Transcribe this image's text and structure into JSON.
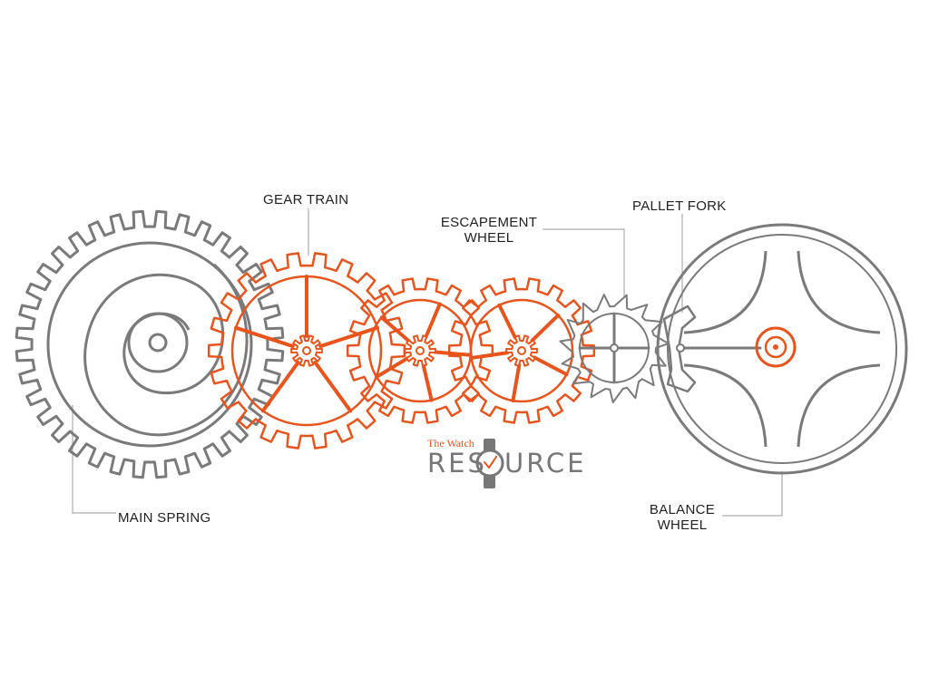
{
  "labels": {
    "gear_train": "GEAR TRAIN",
    "escapement_line1": "ESCAPEMENT",
    "escapement_line2": "WHEEL",
    "pallet_fork": "PALLET FORK",
    "main_spring": "MAIN SPRING",
    "balance_line1": "BALANCE",
    "balance_line2": "WHEEL"
  },
  "logo": {
    "tagline": "The Watch",
    "word_left": "RES",
    "word_right": "URCE",
    "watch_icon": "wristwatch-icon"
  },
  "icons": [
    "mainspring-icon",
    "gear-icon",
    "escapement-wheel-icon",
    "pallet-fork-icon",
    "balance-wheel-icon",
    "wristwatch-icon"
  ],
  "colors": {
    "accent": "#e8541c",
    "line": "#7a7a7a",
    "text": "#1f1f1f",
    "background": "#ffffff"
  }
}
